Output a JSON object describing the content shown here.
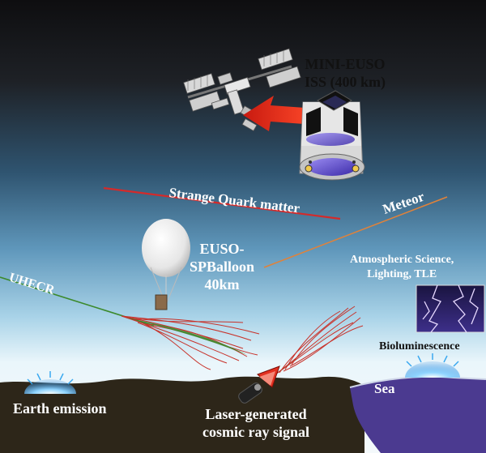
{
  "labels": {
    "mini_euso_line1": "MINI-EUSO",
    "mini_euso_line2": "ISS (400 km)",
    "strange_quark": "Strange Quark matter",
    "meteor": "Meteor",
    "euso_balloon_line1": "EUSO-",
    "euso_balloon_line2": "SPBalloon",
    "euso_balloon_line3": "40km",
    "uhecr": "UHECR",
    "atmospheric_line1": "Atmospheric Science,",
    "atmospheric_line2": "Lighting, TLE",
    "bioluminescence": "Bioluminescence",
    "sea": "Sea",
    "earth_emission": "Earth emission",
    "laser_line1": "Laser-generated",
    "laser_line2": "cosmic ray signal"
  },
  "colors": {
    "sky_top": "#0f0f12",
    "sky_mid": "#5b8fb0",
    "sky_horizon": "#e8f4fa",
    "ground": "#2b2418",
    "sea": "#4a3a8c",
    "strange_quark_track": "#d42a2a",
    "meteor_track": "#e0823a",
    "uhecr_track": "#3c8a2c",
    "shower": "#c8322a",
    "arrow": "#e02a1a",
    "emission_glow": "#3aa8f0"
  }
}
